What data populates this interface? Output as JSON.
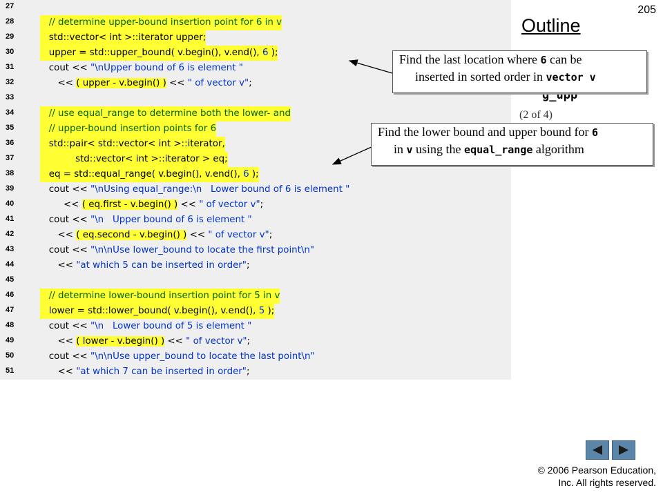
{
  "slide": {
    "page_number": "205",
    "outline_title": "Outline",
    "hidden_title": "g_upp",
    "part_indicator": "(2 of 4)",
    "copyright_line1": "© 2006 Pearson Education,",
    "copyright_line2": "Inc.  All rights reserved."
  },
  "callouts": [
    {
      "line1_prefix": "Find the last location where ",
      "line1_code": "6",
      "line1_suffix": " can be",
      "line2_prefix": "inserted in sorted order in ",
      "line2_code": "vector v",
      "line2_suffix": ""
    },
    {
      "line1_prefix": "Find the lower bound and upper bound for ",
      "line1_code": "6",
      "line1_suffix": "",
      "line2_prefix": "in ",
      "line2_code": "v",
      "line2_mid": " using the ",
      "line2_code2": "equal_range",
      "line2_suffix": " algorithm"
    }
  ],
  "navigation": {
    "prev_icon": "left-triangle-icon",
    "next_icon": "right-triangle-icon"
  },
  "code_lines": [
    {
      "n": "27",
      "hl": false,
      "parts": []
    },
    {
      "n": "28",
      "hl": true,
      "parts": [
        {
          "t": "   "
        },
        {
          "t": "// determine upper-bound insertion point for 6 in v",
          "c": "cm"
        }
      ]
    },
    {
      "n": "29",
      "hl": true,
      "parts": [
        {
          "t": "   std::vector< int >::iterator upper;"
        }
      ]
    },
    {
      "n": "30",
      "hl": true,
      "parts": [
        {
          "t": "   upper = std::upper_bound( v.begin(), v.end(), "
        },
        {
          "t": "6",
          "c": "nu"
        },
        {
          "t": " );"
        }
      ]
    },
    {
      "n": "31",
      "hl": false,
      "parts": [
        {
          "t": "   cout << "
        },
        {
          "t": "\"\\nUpper bound of 6 is element \"",
          "c": "st"
        }
      ]
    },
    {
      "n": "32",
      "hl": false,
      "parts": [
        {
          "t": "      << "
        },
        {
          "t": "( upper - v.begin() )",
          "h": true
        },
        {
          "t": " << "
        },
        {
          "t": "\" of vector v\"",
          "c": "st"
        },
        {
          "t": ";"
        }
      ]
    },
    {
      "n": "33",
      "hl": false,
      "parts": []
    },
    {
      "n": "34",
      "hl": true,
      "parts": [
        {
          "t": "   "
        },
        {
          "t": "// use equal_range to determine both the lower- and",
          "c": "cm"
        }
      ]
    },
    {
      "n": "35",
      "hl": true,
      "parts": [
        {
          "t": "   "
        },
        {
          "t": "// upper-bound insertion points for 6",
          "c": "cm"
        }
      ]
    },
    {
      "n": "36",
      "hl": true,
      "parts": [
        {
          "t": "   std::pair< std::vector< int >::iterator,"
        }
      ]
    },
    {
      "n": "37",
      "hl": true,
      "parts": [
        {
          "t": "            std::vector< int >::iterator > eq;"
        }
      ]
    },
    {
      "n": "38",
      "hl": true,
      "parts": [
        {
          "t": "   eq = std::equal_range( v.begin(), v.end(), "
        },
        {
          "t": "6",
          "c": "nu"
        },
        {
          "t": " );"
        }
      ]
    },
    {
      "n": "39",
      "hl": false,
      "parts": [
        {
          "t": "   cout << "
        },
        {
          "t": "\"\\nUsing equal_range:\\n   Lower bound of 6 is element \"",
          "c": "st"
        }
      ]
    },
    {
      "n": "40",
      "hl": false,
      "parts": [
        {
          "t": "        << "
        },
        {
          "t": "( eq.first - v.begin() )",
          "h": true
        },
        {
          "t": " << "
        },
        {
          "t": "\" of vector v\"",
          "c": "st"
        },
        {
          "t": ";"
        }
      ]
    },
    {
      "n": "41",
      "hl": false,
      "parts": [
        {
          "t": "   cout << "
        },
        {
          "t": "\"\\n   Upper bound of 6 is element \"",
          "c": "st"
        }
      ]
    },
    {
      "n": "42",
      "hl": false,
      "parts": [
        {
          "t": "      << "
        },
        {
          "t": "( eq.second - v.begin() )",
          "h": true
        },
        {
          "t": " << "
        },
        {
          "t": "\" of vector v\"",
          "c": "st"
        },
        {
          "t": ";"
        }
      ]
    },
    {
      "n": "43",
      "hl": false,
      "parts": [
        {
          "t": "   cout << "
        },
        {
          "t": "\"\\n\\nUse lower_bound to locate the first point\\n\"",
          "c": "st"
        }
      ]
    },
    {
      "n": "44",
      "hl": false,
      "parts": [
        {
          "t": "      << "
        },
        {
          "t": "\"at which 5 can be inserted in order\"",
          "c": "st"
        },
        {
          "t": ";"
        }
      ]
    },
    {
      "n": "45",
      "hl": false,
      "parts": []
    },
    {
      "n": "46",
      "hl": true,
      "parts": [
        {
          "t": "   "
        },
        {
          "t": "// determine lower-bound insertion point for 5 in v",
          "c": "cm"
        }
      ]
    },
    {
      "n": "47",
      "hl": true,
      "parts": [
        {
          "t": "   lower = std::lower_bound( v.begin(), v.end(), "
        },
        {
          "t": "5",
          "c": "nu"
        },
        {
          "t": " );"
        }
      ]
    },
    {
      "n": "48",
      "hl": false,
      "parts": [
        {
          "t": "   cout << "
        },
        {
          "t": "\"\\n   Lower bound of 5 is element \"",
          "c": "st"
        }
      ]
    },
    {
      "n": "49",
      "hl": false,
      "parts": [
        {
          "t": "      << "
        },
        {
          "t": "( lower - v.begin() )",
          "h": true
        },
        {
          "t": " << "
        },
        {
          "t": "\" of vector v\"",
          "c": "st"
        },
        {
          "t": ";"
        }
      ]
    },
    {
      "n": "50",
      "hl": false,
      "parts": [
        {
          "t": "   cout << "
        },
        {
          "t": "\"\\n\\nUse upper_bound to locate the last point\\n\"",
          "c": "st"
        }
      ]
    },
    {
      "n": "51",
      "hl": false,
      "parts": [
        {
          "t": "      << "
        },
        {
          "t": "\"at which 7 can be inserted in order\"",
          "c": "st"
        },
        {
          "t": ";"
        }
      ]
    }
  ]
}
